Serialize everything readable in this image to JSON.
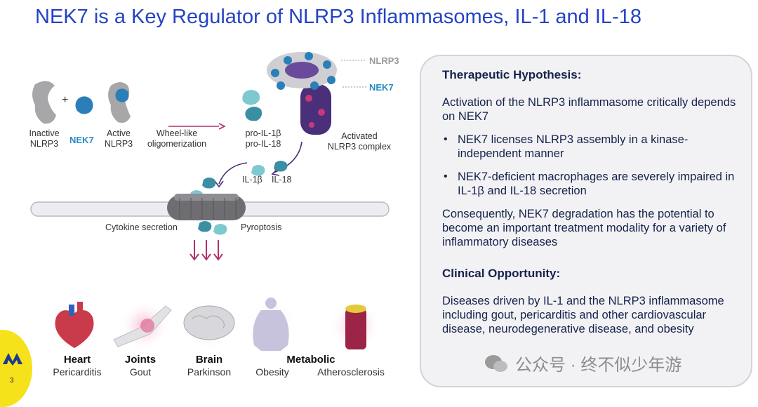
{
  "slide": {
    "title": "NEK7 is a Key Regulator of NLRP3 Inflammasomes, IL-1 and IL-18",
    "page_number": "3"
  },
  "diagram": {
    "inactive_nlrp3": "Inactive\nNLRP3",
    "plus": "+",
    "nek7": "NEK7",
    "active_nlrp3": "Active\nNLRP3",
    "oligomerization": "Wheel-like\noligomerization",
    "pro_il": "pro-IL-1β\npro-IL-18",
    "activated_complex": "Activated\nNLRP3 complex",
    "legend_nlrp3": "NLRP3",
    "legend_nek7": "NEK7",
    "il1b": "IL-1β",
    "il18": "IL-18",
    "cytokine_secretion": "Cytokine secretion",
    "pyroptosis": "Pyroptosis"
  },
  "organs": [
    {
      "name": "Heart",
      "sub": "Pericarditis"
    },
    {
      "name": "Joints",
      "sub": "Gout"
    },
    {
      "name": "Brain",
      "sub": "Parkinson"
    },
    {
      "name": "Metabolic",
      "sub": "Obesity"
    },
    {
      "name": "",
      "sub": "Atherosclerosis"
    }
  ],
  "panel": {
    "heading1": "Therapeutic Hypothesis:",
    "intro": "Activation of the NLRP3 inflammasome critically depends on NEK7",
    "bullets": [
      "NEK7 licenses NLRP3 assembly in a kinase-independent manner",
      "NEK7-deficient macrophages are severely impaired in IL-1β and IL-18 secretion"
    ],
    "conclusion": "Consequently, NEK7 degradation has the potential to become an important treatment modality for a variety of inflammatory diseases",
    "heading2": "Clinical Opportunity:",
    "opportunity": "Diseases driven by IL-1 and the NLRP3 inflammasome including gout, pericarditis and other cardiovascular disease, neurodegenerative disease, and obesity"
  },
  "watermark": {
    "text": "公众号 · 终不似少年游"
  },
  "colors": {
    "title_blue": "#2443c6",
    "nek7_blue": "#2b8ac3",
    "complex_purple": "#4a2f7a",
    "arrow_pink": "#b0326e",
    "panel_bg": "#f2f2f4",
    "logo_yellow": "#f5e21b"
  }
}
